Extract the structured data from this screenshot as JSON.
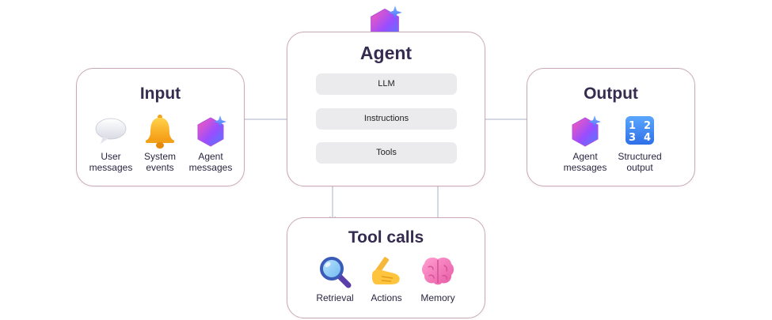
{
  "input": {
    "title": "Input",
    "items": [
      {
        "label_lines": [
          "User",
          "messages"
        ],
        "icon": "speech-bubble-icon"
      },
      {
        "label_lines": [
          "System",
          "events"
        ],
        "icon": "bell-icon"
      },
      {
        "label_lines": [
          "Agent",
          "messages"
        ],
        "icon": "agent-hexagon-icon"
      }
    ]
  },
  "agent": {
    "title": "Agent",
    "components": [
      "LLM",
      "Instructions",
      "Tools"
    ],
    "icon": "agent-hexagon-icon"
  },
  "output": {
    "title": "Output",
    "items": [
      {
        "label_lines": [
          "Agent",
          "messages"
        ],
        "icon": "agent-hexagon-icon"
      },
      {
        "label_lines": [
          "Structured",
          "output"
        ],
        "icon": "numbers-1234-icon"
      }
    ]
  },
  "tool_calls": {
    "title": "Tool calls",
    "items": [
      {
        "label": "Retrieval",
        "icon": "magnifier-icon"
      },
      {
        "label": "Actions",
        "icon": "hand-pencil-icon"
      },
      {
        "label": "Memory",
        "icon": "brain-icon"
      }
    ]
  },
  "colors": {
    "border": "#c9a9b8",
    "arrow": "#a8b2c4",
    "pill": "#ebebed",
    "agent_gradient": [
      "#ff5bb0",
      "#7b5cff",
      "#4c8bff"
    ]
  }
}
